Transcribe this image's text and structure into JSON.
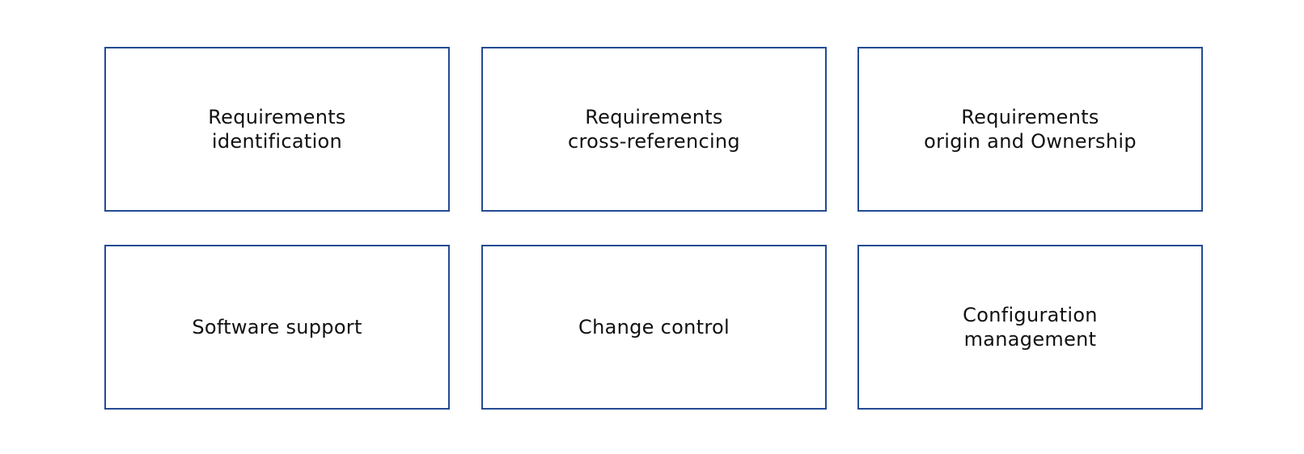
{
  "boxes": [
    {
      "lines": [
        "Requirements",
        "identification"
      ]
    },
    {
      "lines": [
        "Requirements",
        "cross-referencing"
      ]
    },
    {
      "lines": [
        "Requirements",
        "origin and Ownership"
      ]
    },
    {
      "lines": [
        "Software support"
      ]
    },
    {
      "lines": [
        "Change control"
      ]
    },
    {
      "lines": [
        "Configuration",
        "management"
      ]
    }
  ],
  "colors": {
    "border": "#244b93",
    "text": "#111111",
    "background": "#ffffff"
  }
}
